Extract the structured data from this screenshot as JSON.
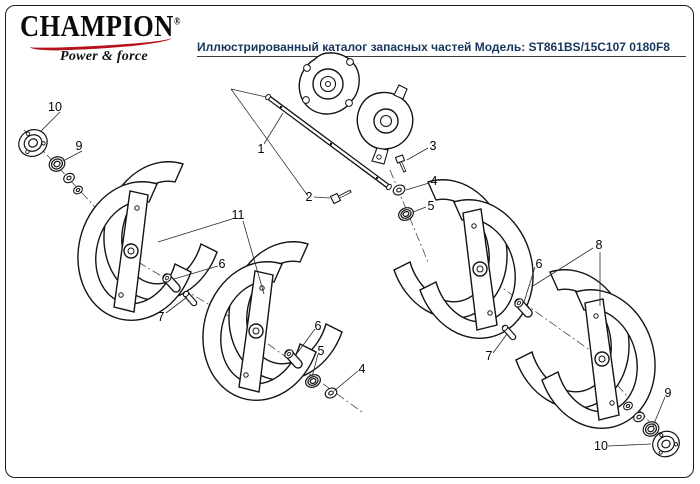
{
  "header": {
    "logo": {
      "brand": "CHAMPION",
      "reg_mark": "®",
      "tagline": "Power & force"
    },
    "title": "Иллюстрированный каталог запасных частей",
    "model": "Модель: ST861BS/15C107 0180F8"
  },
  "colors": {
    "brand_red": "#b5121b",
    "title_navy": "#17375d",
    "line_ink": "#141414"
  },
  "diagram": {
    "type": "exploded-parts-diagram",
    "subject": "auger-assembly",
    "callouts": [
      {
        "label": "10"
      },
      {
        "label": "9"
      },
      {
        "label": "1"
      },
      {
        "label": "3"
      },
      {
        "label": "4"
      },
      {
        "label": "2"
      },
      {
        "label": "5"
      },
      {
        "label": "11"
      },
      {
        "label": "8"
      },
      {
        "label": "6"
      },
      {
        "label": "6"
      },
      {
        "label": "7"
      },
      {
        "label": "6"
      },
      {
        "label": "5"
      },
      {
        "label": "7"
      },
      {
        "label": "4"
      },
      {
        "label": "9"
      },
      {
        "label": "10"
      }
    ]
  }
}
